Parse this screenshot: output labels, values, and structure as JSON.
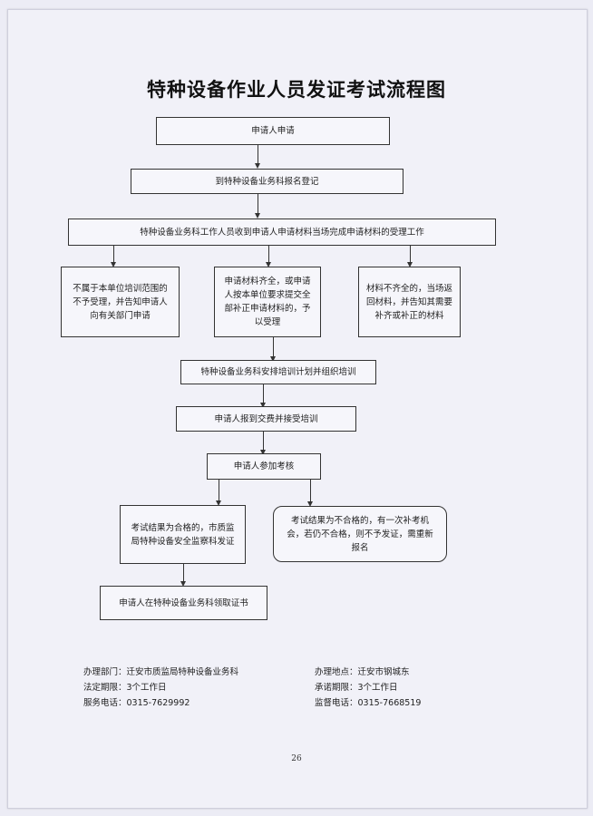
{
  "title": "特种设备作业人员发证考试流程图",
  "steps": {
    "apply": "申请人申请",
    "register": "到特种设备业务科报名登记",
    "receive": "特种设备业务科工作人员收到申请人申请材料当场完成申请材料的受理工作",
    "branch_reject": "不属于本单位培训范围的不予受理，并告知申请人向有关部门申请",
    "branch_accept": "申请材料齐全，或申请人按本单位要求提交全部补正申请材料的，予以受理",
    "branch_incomplete": "材料不齐全的，当场返回材料，并告知其需要补齐或补正的材料",
    "arrange_training": "特种设备业务科安排培训计划并组织培训",
    "report_pay": "申请人报到交费并接受培训",
    "exam": "申请人参加考核",
    "pass": "考试结果为合格的，市质监局特种设备安全监察科发证",
    "fail": "考试结果为不合格的，有一次补考机会，若仍不合格，则不予发证，需重新报名",
    "collect": "申请人在特种设备业务科领取证书"
  },
  "footer": {
    "dept": "办理部门：迁安市质监局特种设备业务科",
    "legal_period": "法定期限：3个工作日",
    "service_phone": "服务电话：0315-7629992",
    "location": "办理地点：迁安市钢城东",
    "promised_period": "承诺期限：3个工作日",
    "supervision_phone": "监督电话：0315-7668519"
  },
  "page_number": "26"
}
